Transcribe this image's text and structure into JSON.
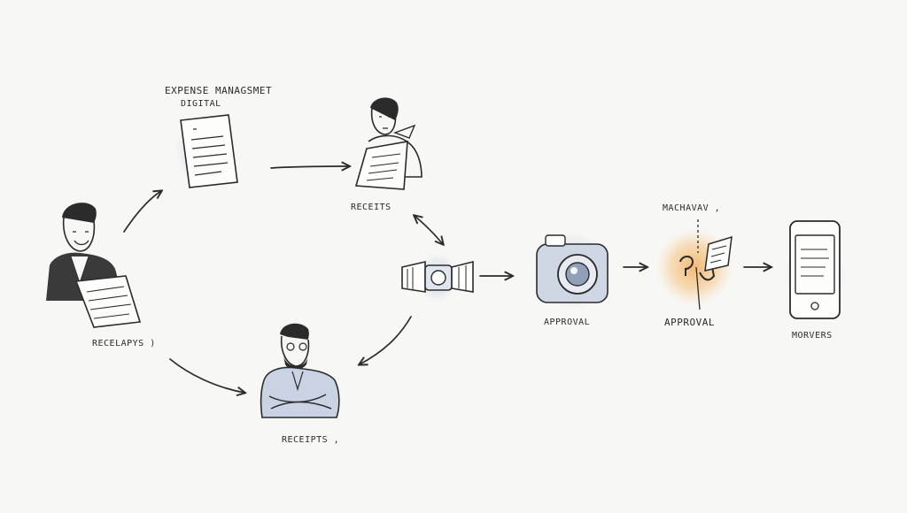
{
  "diagram": {
    "labels": {
      "header_line1": "EXPENSE MANAGSMET",
      "header_line2": "DIGITAL",
      "receipts_top": "RECEITS",
      "receipts_left": "RECELAPYS )",
      "receipts_bottom": "RECEIPTS ,",
      "approval_camera": "APPROVAL",
      "machine_note": "MACHAVAV ,",
      "approval_glow": "APPROVAL",
      "movers": "MORVERS"
    },
    "icons": {
      "employee_left": "person-holding-receipt-icon",
      "document": "document-icon",
      "person_top": "person-holding-receipt-icon",
      "scanner": "scanner-icon",
      "person_bottom": "person-arms-crossed-icon",
      "camera": "camera-icon",
      "approval": "approval-mechanism-icon",
      "phone": "phone-icon"
    },
    "colors": {
      "ink": "#2b2b2b",
      "blue_wash": "#b9c7dd",
      "orange_glow": "#f2b56b"
    }
  }
}
